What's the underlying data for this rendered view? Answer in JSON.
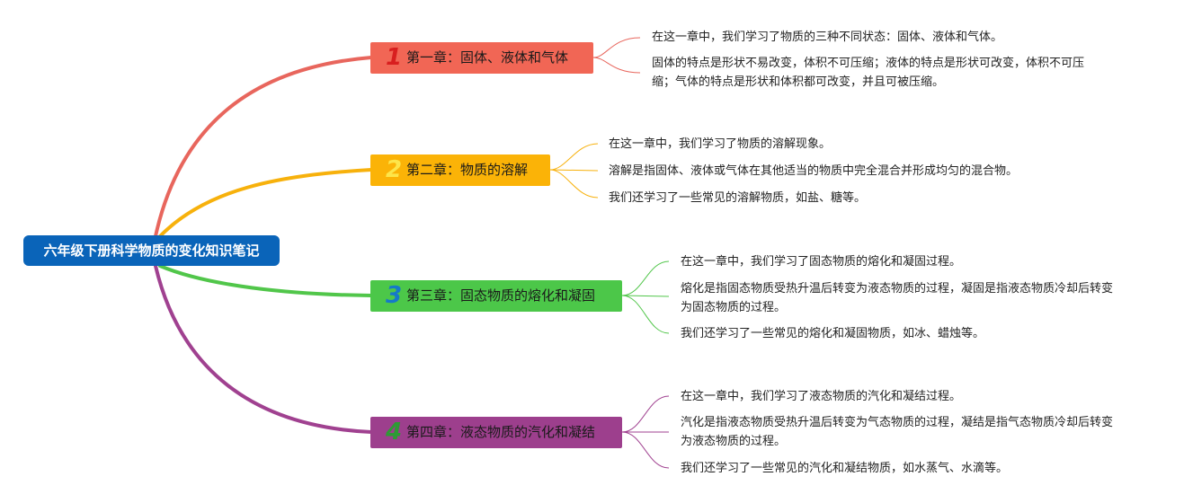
{
  "root": {
    "title": "六年级下册科学物质的变化知识笔记"
  },
  "chapters": [
    {
      "num": "1",
      "title": "第一章：固体、液体和气体",
      "color": "#f16655",
      "branch_color": "#e8665d",
      "num_color": "#d81f1f",
      "notes": [
        "在这一章中，我们学习了物质的三种不同状态：固体、液体和气体。",
        "固体的特点是形状不易改变，体积不可压缩；液体的特点是形状可改变，体积不可压缩；气体的特点是形状和体积都可改变，并且可被压缩。"
      ]
    },
    {
      "num": "2",
      "title": "第二章：物质的溶解",
      "color": "#fbb307",
      "branch_color": "#f7b10c",
      "num_color": "#fde54a",
      "notes": [
        "在这一章中，我们学习了物质的溶解现象。",
        "溶解是指固体、液体或气体在其他适当的物质中完全混合并形成均匀的混合物。",
        "我们还学习了一些常见的溶解物质，如盐、糖等。"
      ]
    },
    {
      "num": "3",
      "title": "第三章：固态物质的熔化和凝固",
      "color": "#4cc749",
      "branch_color": "#51c64a",
      "num_color": "#1579c9",
      "notes": [
        "在这一章中，我们学习了固态物质的熔化和凝固过程。",
        "熔化是指固态物质受热升温后转变为液态物质的过程，凝固是指液态物质冷却后转变为固态物质的过程。",
        "我们还学习了一些常见的熔化和凝固物质，如冰、蜡烛等。"
      ]
    },
    {
      "num": "4",
      "title": "第四章：液态物质的汽化和凝结",
      "color": "#9d3f8d",
      "branch_color": "#a04190",
      "num_color": "#2e9a35",
      "notes": [
        "在这一章中，我们学习了液态物质的汽化和凝结过程。",
        "汽化是指液态物质受热升温后转变为气态物质的过程，凝结是指气态物质冷却后转变为液态物质的过程。",
        "我们还学习了一些常见的汽化和凝结物质，如水蒸气、水滴等。"
      ]
    }
  ]
}
